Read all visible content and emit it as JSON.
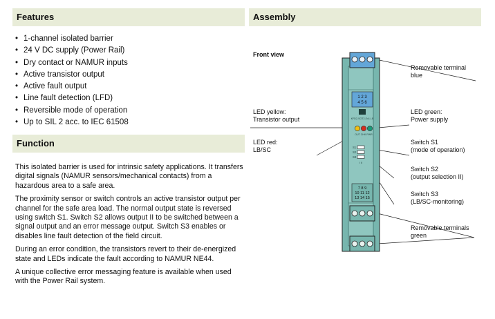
{
  "features": {
    "title": "Features",
    "items": [
      "1-channel isolated barrier",
      "24 V DC supply (Power Rail)",
      "Dry contact or NAMUR inputs",
      "Active transistor output",
      "Active fault output",
      "Line fault detection (LFD)",
      "Reversible mode of operation",
      "Up to SIL 2 acc. to IEC 61508"
    ]
  },
  "function": {
    "title": "Function",
    "paragraphs": [
      "This isolated barrier is used for intrinsic safety applications. It transfers digital signals (NAMUR sensors/mechanical contacts) from a hazardous area to a safe area.",
      "The proximity sensor or switch controls an active transistor output per channel for the safe area load. The normal output state is reversed using switch S1. Switch S2 allows output II to be switched between a signal output and an error message output. Switch S3 enables or disables line fault detection of the field circuit.",
      "During an error condition, the transistors revert to their de-energized state and LEDs indicate the fault according to NAMUR NE44.",
      "A unique collective error messaging feature is available when used with the Power Rail system."
    ]
  },
  "assembly": {
    "title": "Assembly",
    "front_view": "Front view",
    "labels": {
      "terminal_blue": [
        "Removable terminal",
        "blue"
      ],
      "led_yellow": [
        "LED yellow:",
        "Transistor output"
      ],
      "led_green": [
        "LED green:",
        "Power supply"
      ],
      "led_red": [
        "LED red:",
        "LB/SC"
      ],
      "switch_s1": [
        "Switch S1",
        "(mode of operation)"
      ],
      "switch_s2": [
        "Switch S2",
        "(output selection II)"
      ],
      "switch_s3": [
        "Switch S3",
        "(LB/SC-monitoring)"
      ],
      "terminals_green": [
        "Removable terminals",
        "green"
      ]
    },
    "device": {
      "top_numbers": [
        "1 2 3",
        "4 5 6"
      ],
      "model": "KFD2-SOT2-Ex1.LB",
      "led_labels": "OUT CHK PWR",
      "switch_labels": [
        "S1",
        "S2",
        "S3"
      ],
      "switch_scale": "I  II",
      "bottom_numbers": [
        "7 8 9",
        "10 11 12",
        "13 14 15"
      ]
    },
    "colors": {
      "housing": "#77b6ae",
      "terminal_blue": "#63a6d8",
      "terminal_green": "#77b6ae",
      "led_yellow": "#f2c012",
      "led_red": "#d62e1f",
      "led_green": "#1a9a78"
    }
  }
}
